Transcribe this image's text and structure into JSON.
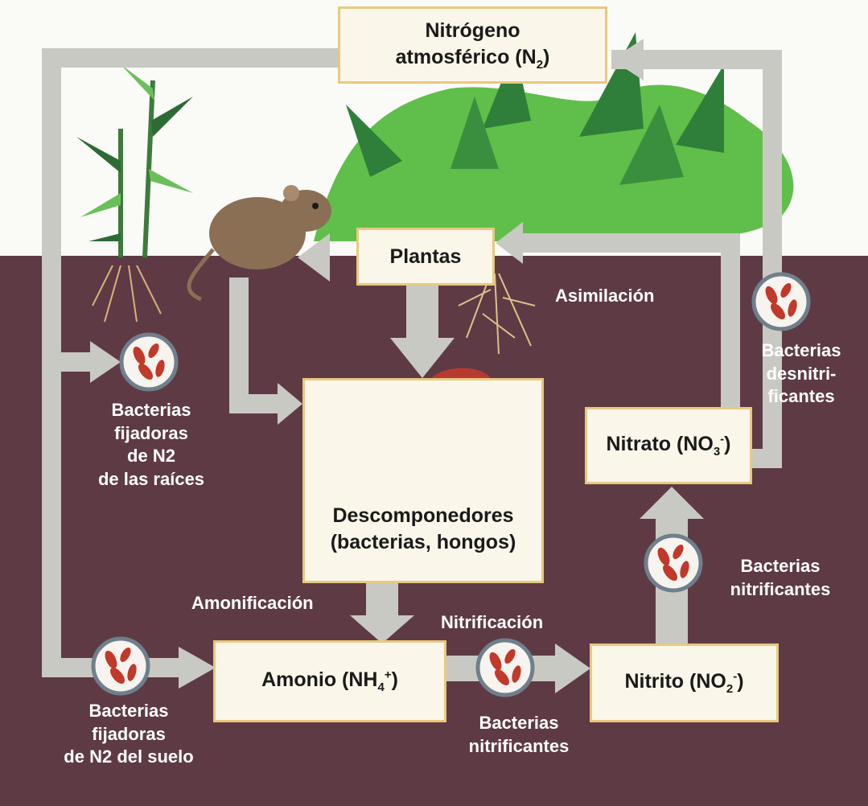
{
  "nodes": {
    "atmosphere": {
      "line1": "Nitrógeno",
      "line2_main": "atmosférico (N",
      "line2_sub": "2",
      "line2_end": ")"
    },
    "plants": {
      "label": "Plantas"
    },
    "decomposers": {
      "line1": "Descomponedores",
      "line2": "(bacterias, hongos)"
    },
    "ammonium": {
      "main": "Amonio (NH",
      "sub": "4",
      "sup": "+",
      "end": ")"
    },
    "nitrite": {
      "main": "Nitrito (NO",
      "sub": "2",
      "sup": "-",
      "end": ")"
    },
    "nitrate": {
      "main": "Nitrato (NO",
      "sub": "3",
      "sup": "-",
      "end": ")"
    }
  },
  "labels": {
    "assimilation": "Asimilación",
    "ammonification": "Amonificación",
    "nitrification": "Nitrificación",
    "root_fixers": [
      "Bacterias",
      "fijadoras",
      "de N2",
      "de las raíces"
    ],
    "soil_fixers": [
      "Bacterias",
      "fijadoras",
      "de N2 del suelo"
    ],
    "nitrifiers_bottom": [
      "Bacterias",
      "nitrificantes"
    ],
    "nitrifiers_right": [
      "Bacterias",
      "nitrificantes"
    ],
    "denitrifiers": [
      "Bacterias",
      "desnitri-",
      "ficantes"
    ]
  },
  "colors": {
    "soil": "#5e3a45",
    "arrow": "#c9c9c4",
    "box_fill": "#fbf6ea",
    "box_border": "#e8c97e",
    "bacteria": "#c0392b"
  }
}
